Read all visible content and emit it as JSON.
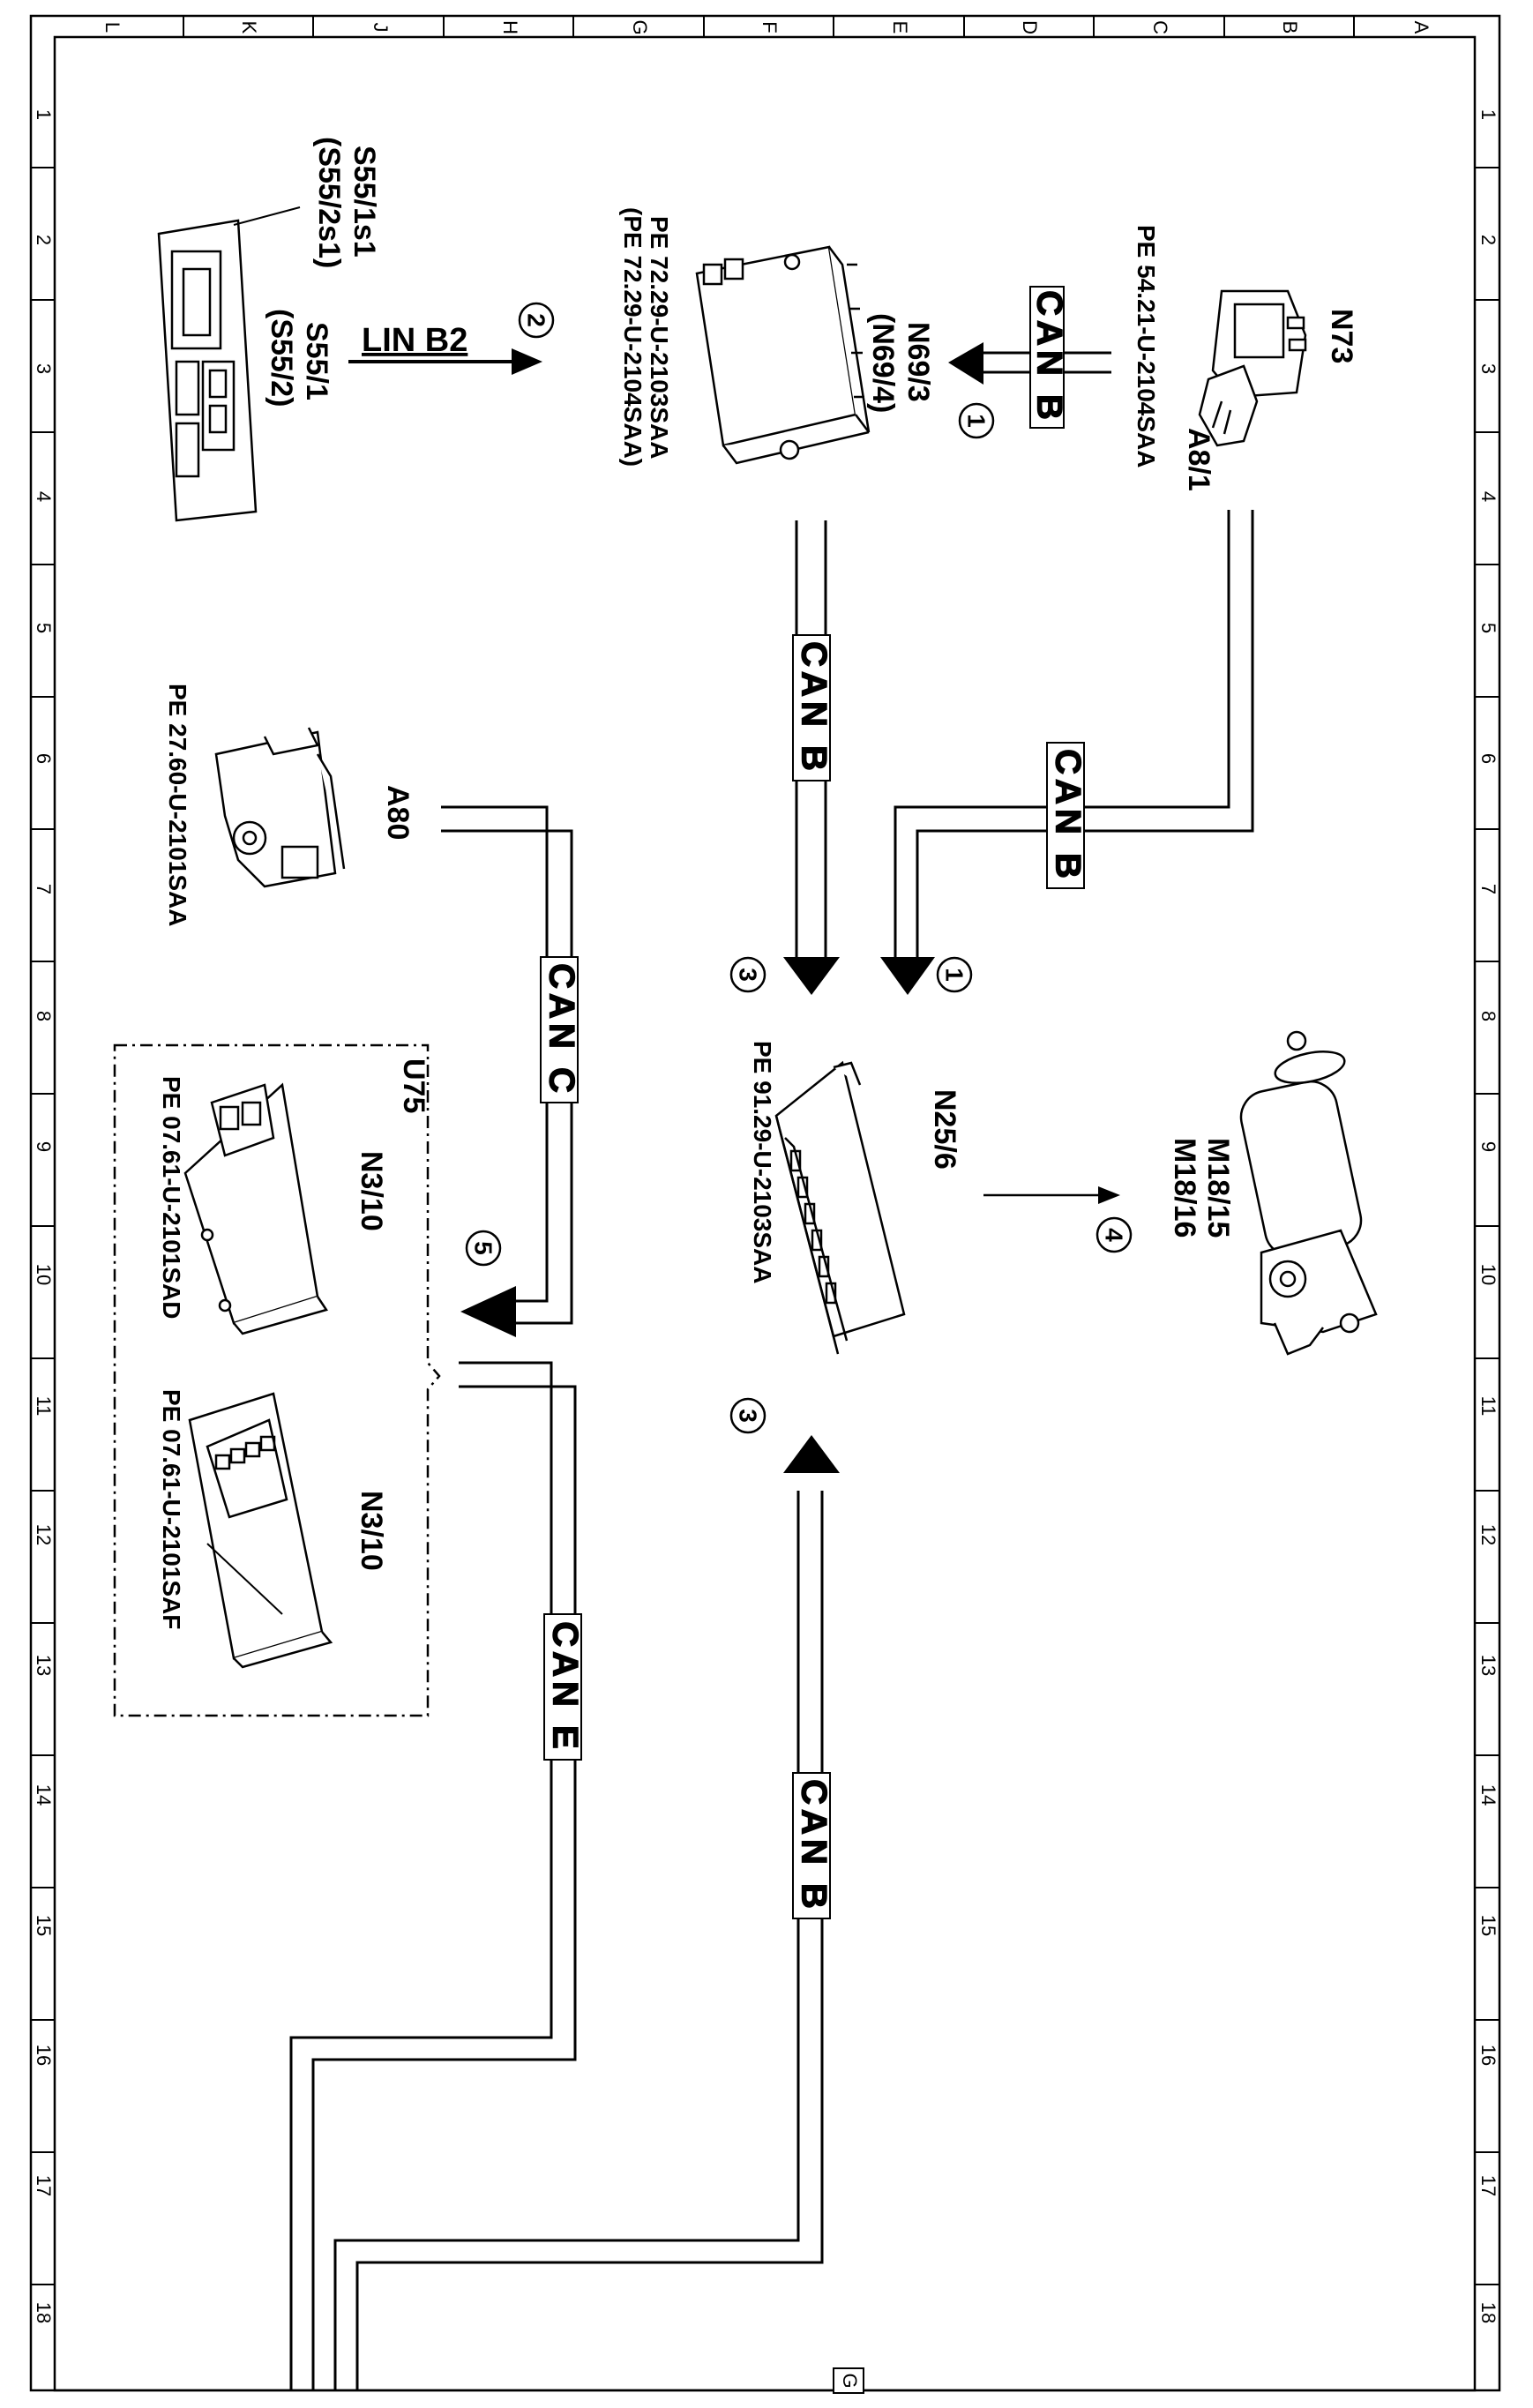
{
  "grid": {
    "top_letters": [
      "L",
      "K",
      "J",
      "H",
      "G",
      "F",
      "E",
      "D",
      "C",
      "B",
      "A"
    ],
    "side_numbers": [
      "1",
      "2",
      "3",
      "4",
      "5",
      "6",
      "7",
      "8",
      "9",
      "10",
      "11",
      "12",
      "13",
      "14",
      "15",
      "16",
      "17",
      "18"
    ]
  },
  "components": {
    "n73": {
      "label": "N73",
      "ref": "PE 54.21-U-2104SAA"
    },
    "a8_1": {
      "label": "A8/1"
    },
    "n69": {
      "label": "N69/3",
      "label2": "(N69/4)",
      "ref1": "PE 72.29-U-2103SAA",
      "ref2": "(PE 72.29-U-2104SAA)"
    },
    "s55": {
      "label1": "S55/1s1",
      "label2": "(S55/2s1)",
      "label3": "S55/1",
      "label4": "(S55/2)"
    },
    "a80": {
      "label": "A80",
      "ref": "PE 27.60-U-2101SAA"
    },
    "n25": {
      "label": "N25/6",
      "ref": "PE 91.29-U-2103SAA"
    },
    "m18": {
      "label1": "M18/15",
      "label2": "M18/16"
    },
    "u75": {
      "label": "U75"
    },
    "n3_a": {
      "label": "N3/10",
      "ref": "PE 07.61-U-2101SAD"
    },
    "n3_b": {
      "label": "N3/10",
      "ref": "PE 07.61-U-2101SAF"
    }
  },
  "buses": {
    "can_b": "CAN B",
    "can_c": "CAN C",
    "can_e": "CAN E",
    "lin_b2": "LIN B2"
  },
  "callouts": [
    "1",
    "2",
    "3",
    "4",
    "5"
  ],
  "page_marker": "G"
}
